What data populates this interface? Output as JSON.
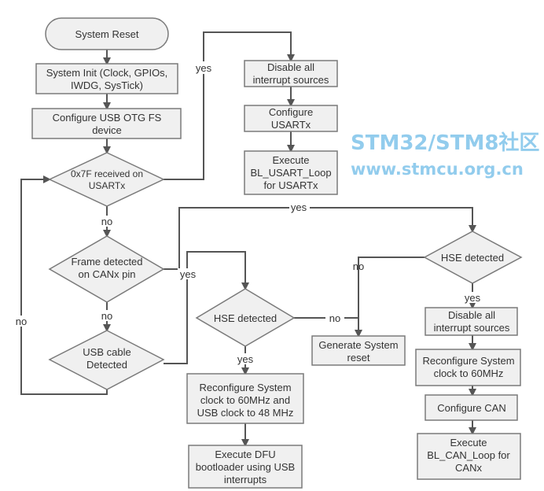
{
  "nodes": {
    "system_reset": [
      "System Reset"
    ],
    "system_init": [
      "System Init (Clock, GPIOs,",
      "IWDG, SysTick)"
    ],
    "configure_usb": [
      "Configure USB OTG FS",
      "device"
    ],
    "usart_check": [
      "0x7F received on",
      "USARTx"
    ],
    "usart_disable": [
      "Disable all",
      "interrupt sources"
    ],
    "usart_configure": [
      "Configure",
      "USARTx"
    ],
    "usart_execute": [
      "Execute",
      "BL_USART_Loop",
      "for USARTx"
    ],
    "can_check": [
      "Frame detected",
      "on CANx pin"
    ],
    "usb_check": [
      "USB cable",
      "Detected"
    ],
    "hse_usb": [
      "HSE detected"
    ],
    "usb_reconfigure": [
      "Reconfigure System",
      "clock to 60MHz and",
      "USB clock to 48 MHz"
    ],
    "usb_execute": [
      "Execute DFU",
      "bootloader using USB",
      "interrupts"
    ],
    "generate_reset": [
      "Generate System",
      "reset"
    ],
    "hse_can": [
      "HSE detected"
    ],
    "can_disable": [
      "Disable all",
      "interrupt sources"
    ],
    "can_reconfigure": [
      "Reconfigure System",
      "clock to 60MHz"
    ],
    "can_configure": [
      "Configure CAN"
    ],
    "can_execute": [
      "Execute",
      "BL_CAN_Loop for",
      "CANx"
    ]
  },
  "edge_labels": {
    "yes": "yes",
    "no": "no"
  },
  "watermark": [
    "STM32/STM8社区",
    "www.stmcu.org.cn"
  ],
  "colors": {
    "box_fill": "#f0f0f0",
    "line": "#555555",
    "watermark": "#7fc4ea"
  }
}
